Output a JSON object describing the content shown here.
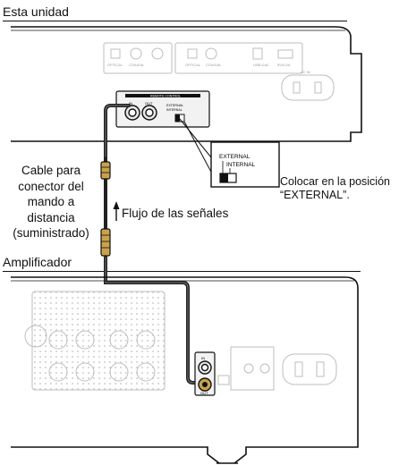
{
  "top_unit": {
    "title": "Esta unidad",
    "panel_labels": [
      "OPTICAL",
      "COAXIAL",
      "OPTICAL",
      "COAXIAL",
      "USB-DAC",
      "5V/0.5A"
    ],
    "ac_in": "AC IN",
    "remote_control_label": "REMOTE CONTROL",
    "jack_in": "IN",
    "jack_out": "OUT",
    "switch_external": "EXTERNAL",
    "switch_internal": "INTERNAL"
  },
  "callout": {
    "external": "EXTERNAL",
    "internal": "INTERNAL",
    "note_line1": "Colocar en la posición",
    "note_line2": "“EXTERNAL”."
  },
  "cable": {
    "lines": [
      "Cable para",
      "conector del",
      "mando a",
      "distancia",
      "(suministrado)"
    ]
  },
  "signal": {
    "label": "Flujo de las señales"
  },
  "amplifier": {
    "title": "Amplificador",
    "jack_in": "IN",
    "jack_out": "OUT"
  },
  "colors": {
    "line": "#111111",
    "cable": "#222222",
    "plug": "#c9a24a",
    "panel_fill": "#f2f2f2",
    "jack_face": "#e8e8e8"
  }
}
